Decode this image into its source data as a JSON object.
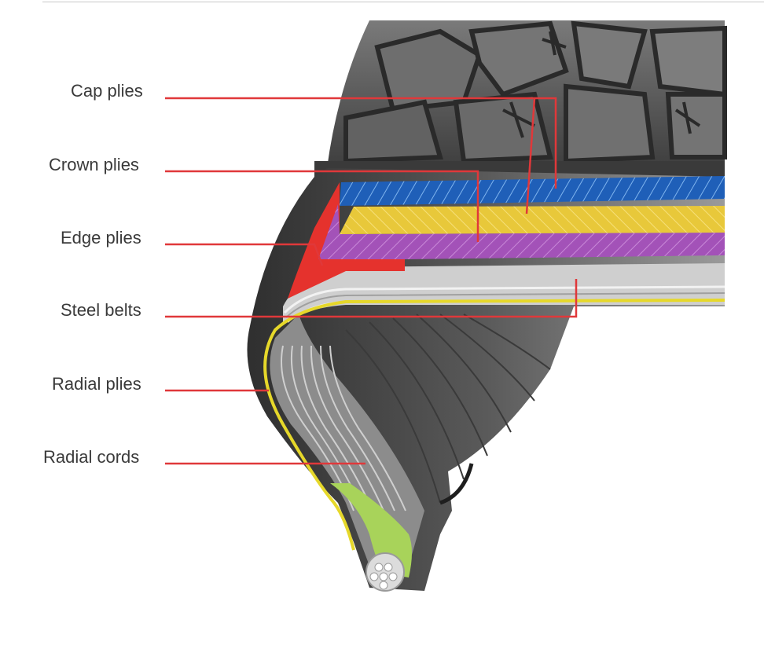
{
  "labels": {
    "cap_plies": "Cap plies",
    "crown_plies": "Crown plies",
    "edge_plies": "Edge plies",
    "steel_belts": "Steel belts",
    "radial_plies": "Radial plies",
    "radial_cords": "Radial cords"
  },
  "colors": {
    "leader_line": "#e0383a",
    "cap_plies": "#1f5fb8",
    "crown_plies": "#e8c83a",
    "edge_plies": "#a352b8",
    "edge_red": "#e5322d",
    "steel_belts": "#c9c9c9",
    "radial_plies": "#e6d82a",
    "bead_filler": "#a8d35a",
    "rubber_dark": "#3a3a3a",
    "rubber_mid": "#6b6b6b"
  }
}
